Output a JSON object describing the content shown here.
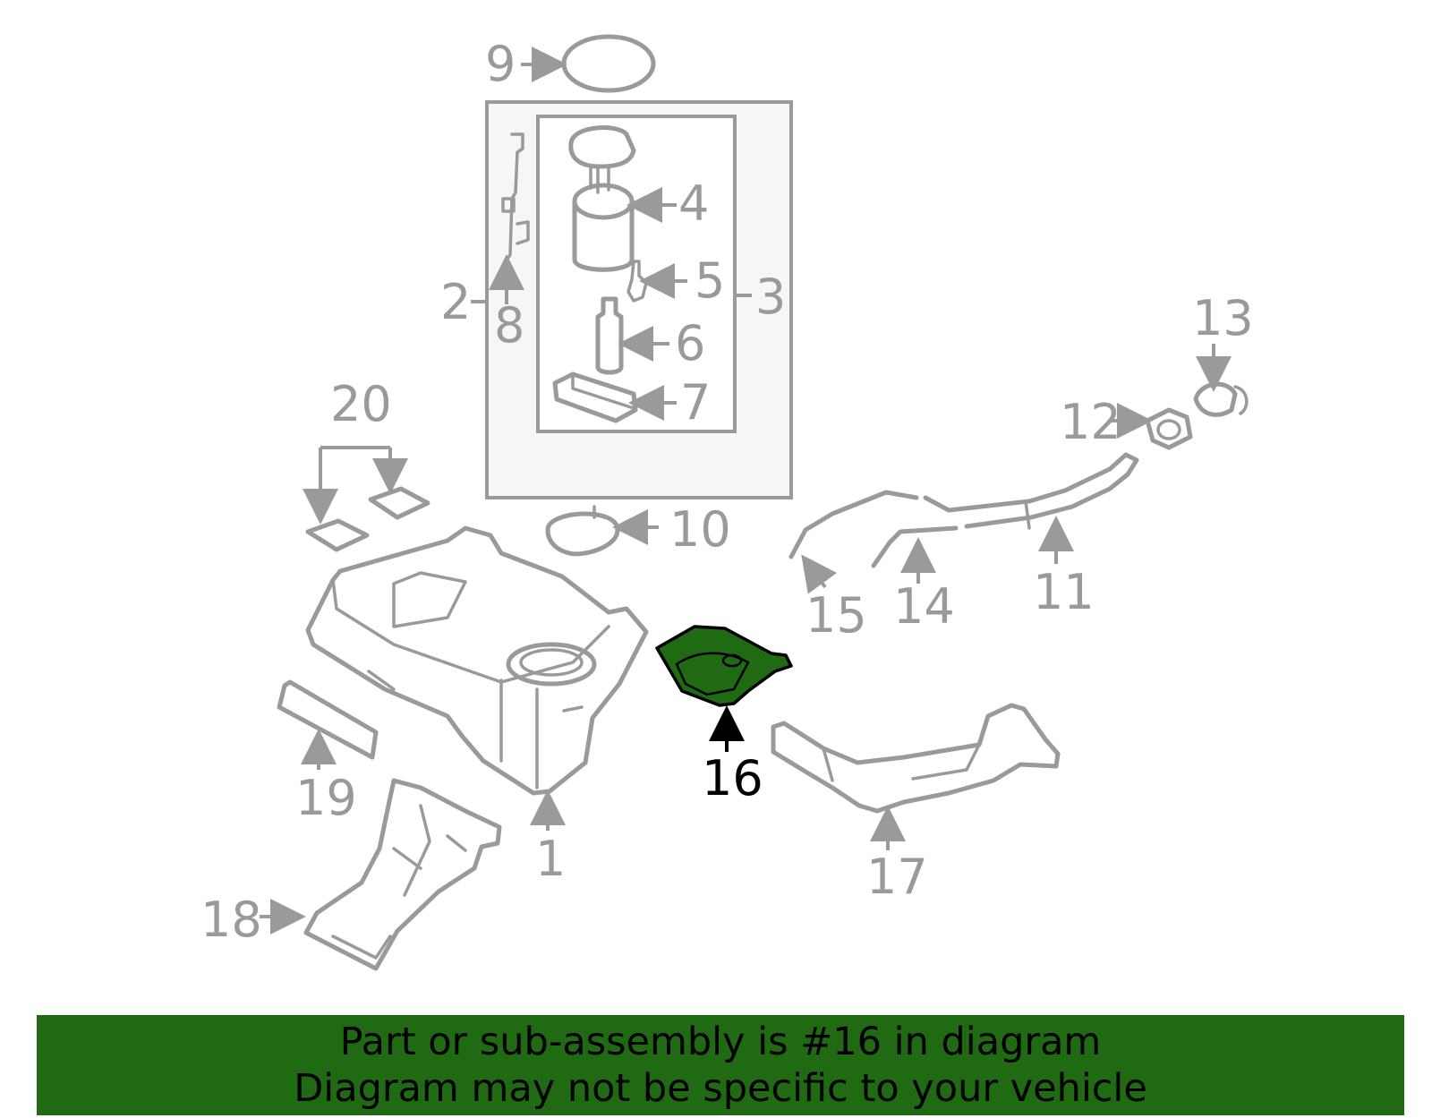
{
  "diagram": {
    "colors": {
      "part_stroke": "#9a9a9a",
      "highlight_fill": "#1f6a12",
      "highlight_stroke": "#000000",
      "assembly_box_fill": "#f6f6f6"
    },
    "callouts": [
      "1",
      "2",
      "3",
      "4",
      "5",
      "6",
      "7",
      "8",
      "9",
      "10",
      "11",
      "12",
      "13",
      "14",
      "15",
      "16",
      "17",
      "18",
      "19",
      "20"
    ],
    "highlighted_callout": "16"
  },
  "banner": {
    "line1": "Part or sub-assembly is #16 in diagram",
    "line2": "Diagram may not be specific to your vehicle",
    "background": "#1f6a12"
  }
}
